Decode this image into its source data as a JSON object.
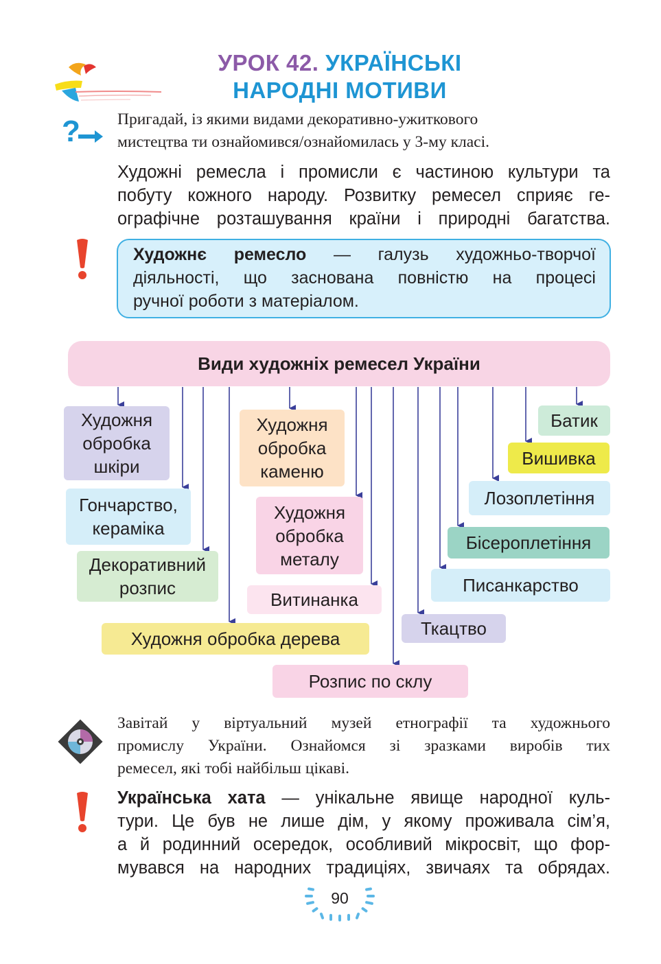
{
  "lesson": {
    "title_prefix": "УРОК 42.",
    "title_rest": "УКРАЇНСЬКІ",
    "title_line2": "НАРОДНІ МОТИВИ"
  },
  "question": {
    "line1": "Пригадай, із якими видами декоративно-ужиткового",
    "line2": "мистецтва ти ознайомився/ознайомилась у 3-му класі."
  },
  "intro": {
    "line1": "Художні ремесла і промисли є частиною культури та",
    "line2": "побуту кожного народу. Розвитку ремесел сприяє ге-",
    "line3": "ографічне розташування країни і природні багатства."
  },
  "definition": {
    "term": "Художнє ремесло",
    "line1_rest": " — галузь художньо-творчої",
    "line2": "діяльності, що заснована повністю на процесі",
    "line3": "ручної роботи з матеріалом."
  },
  "diagram": {
    "title": "Види художніх ремесел України",
    "items": {
      "leather": [
        "Художня",
        "обробка",
        "шкіри"
      ],
      "pottery": [
        "Гончарство,",
        "кераміка"
      ],
      "painting": [
        "Декоративний",
        "розпис"
      ],
      "wood": "Художня обробка дерева",
      "stone": [
        "Художня",
        "обробка",
        "каменю"
      ],
      "metal": [
        "Художня",
        "обробка",
        "металу"
      ],
      "vytynanka": "Витинанка",
      "glass": "Розпис по склу",
      "weaving": "Ткацтво",
      "pysanka": "Писанкарство",
      "beading": "Бісероплетіння",
      "wicker": "Лозоплетіння",
      "embroidery": "Вишивка",
      "batik": "Батик"
    },
    "colors": {
      "lavender": "#d6d3ec",
      "sky": "#d5eef9",
      "green": "#d6ecd2",
      "yellow": "#f6ea93",
      "peach": "#fde2c6",
      "pink": "#f9d4e6",
      "lightpink": "#fce4ef",
      "teal": "#9bd4c5",
      "brightyellow": "#eeea4a",
      "mint": "#cdebd9",
      "arrow": "#3a3f9a"
    }
  },
  "museum": {
    "line1": "Завітай у віртуальний музей етнографії та художнього",
    "line2": "промислу України. Ознайомся зі зразками виробів тих",
    "line3": "ремесел, які тобі найбільш цікаві."
  },
  "house": {
    "term": "Українська хата",
    "line1_rest": " — унікальне явище народної куль-",
    "line2": "тури. Це був не лише дім, у якому проживала сім’я,",
    "line3": "а й родинний осередок, особливий мікросвіт, що фор-",
    "line4": "мувався на народних традиціях, звичаях та обрядах."
  },
  "page_number": "90"
}
